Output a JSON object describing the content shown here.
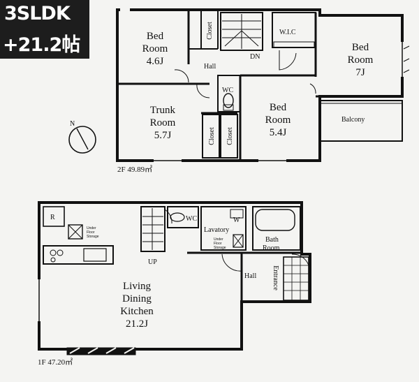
{
  "badge": {
    "layout": "3SLDK",
    "area": "+21.2帖"
  },
  "floor2": {
    "area_label": "2F  49.89㎡",
    "rooms": {
      "bed_left": [
        "Bed",
        "Room",
        "4.6J"
      ],
      "bed_right": [
        "Bed",
        "Room",
        "7J"
      ],
      "bed_center": [
        "Bed",
        "Room",
        "5.4J"
      ],
      "trunk": [
        "Trunk",
        "Room",
        "5.7J"
      ]
    },
    "labels": {
      "closet": "Closet",
      "wic": "W.I.C",
      "hall": "Hall",
      "wc": "WC",
      "dn": "DN",
      "balcony": "Balcony"
    }
  },
  "floor1": {
    "area_label": "1F  47.20㎡",
    "ldk": [
      "Living",
      "Dining",
      "Kitchen",
      "21.2J"
    ],
    "labels": {
      "r": "R",
      "up": "UP",
      "wc": "WC",
      "w": "W",
      "lavatory": "Lavatory",
      "bath": [
        "Bath",
        "Room"
      ],
      "hall": "Hall",
      "entrance": "Entrance",
      "under_floor": [
        "Under",
        "Floor",
        "Storage"
      ]
    }
  },
  "compass": {
    "label": "N"
  }
}
